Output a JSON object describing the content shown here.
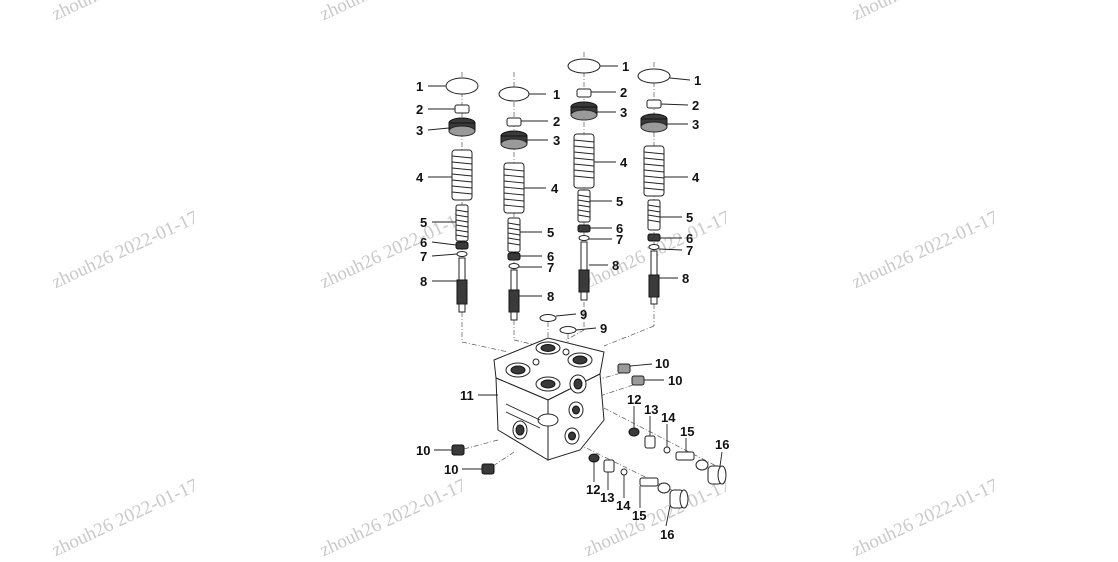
{
  "watermark": {
    "text_full": "zhouh26 2022-01-17",
    "text_partial": "zhouh26 2"
  },
  "callouts": {
    "c1": "1",
    "c2": "2",
    "c3": "3",
    "c4": "4",
    "c5": "5",
    "c6": "6",
    "c7": "7",
    "c8": "8",
    "c9": "9",
    "c10": "10",
    "c11": "11",
    "c12": "12",
    "c13": "13",
    "c14": "14",
    "c15": "15",
    "c16": "16"
  }
}
